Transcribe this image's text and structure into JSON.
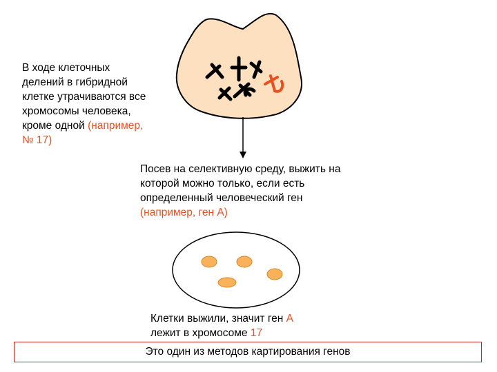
{
  "left_note": {
    "lines": [
      "В ходе клеточных",
      "делений в гибридной",
      "клетке утрачиваются все",
      "хромосомы человека,",
      "кроме одной"
    ],
    "highlight": "(например,",
    "highlight2": "№ 17)"
  },
  "medium_note": {
    "lines": [
      "Посев на селективную среду, выжить на",
      "которой можно только, если есть",
      "определенный человеческий ген"
    ],
    "highlight": "(например, ген А)"
  },
  "result_note": {
    "line1_prefix": "Клетки выжили, значит ген ",
    "line1_gene": "А",
    "line2_prefix": "лежит в хромосоме ",
    "line2_chrom": "17"
  },
  "conclusion": "Это один из методов картирования генов",
  "colors": {
    "cell_fill": "#fde0bf",
    "accent": "#e8501e",
    "colony": "#f9b25a",
    "frame": "#c0281e"
  }
}
